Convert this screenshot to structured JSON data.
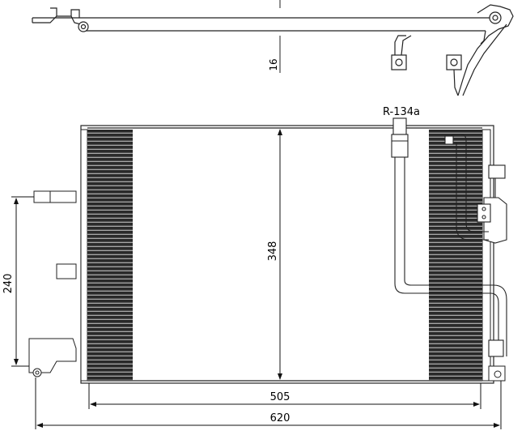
{
  "labels": {
    "refrigerant": "R-134a",
    "dim_width_total": "620",
    "dim_width_core": "505",
    "dim_height_core": "348",
    "dim_bracket_spacing": "240",
    "dim_top_thickness": "16"
  },
  "colors": {
    "ink": "#111111",
    "line": "#222222",
    "fin_dark": "#1a1a1a",
    "fin_light": "#9a9a9a",
    "paper": "#ffffff"
  }
}
